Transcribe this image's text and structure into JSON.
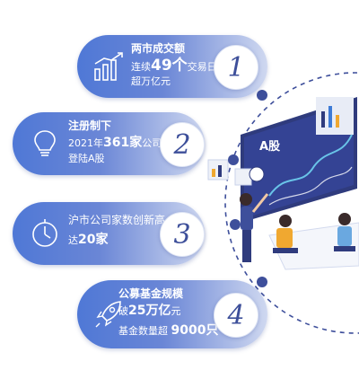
{
  "items": [
    {
      "title": "两市成交额",
      "line1_a": "连续",
      "line1_big": "49个",
      "line1_b": "交易日",
      "line2": "超万亿元",
      "number": "1",
      "icon": "chart-growth-icon"
    },
    {
      "title": "注册制下",
      "line1_a": "2021年",
      "line1_big": "361家",
      "line1_b": "公司",
      "line2": "登陆A股",
      "number": "2",
      "icon": "lightbulb-icon"
    },
    {
      "line1": "沪市公司家数创新高",
      "line2_a": "达",
      "line2_big": "20家",
      "number": "3",
      "icon": "stopwatch-icon"
    },
    {
      "title": "公募基金规模",
      "line1_a": "破",
      "line1_big": "25万亿",
      "line1_b": "元",
      "line2_a": "基金数量超 ",
      "line2_big": "9000只",
      "number": "4",
      "icon": "rocket-icon"
    }
  ],
  "illustration": {
    "screen_label": "A股",
    "icon": "office-dashboard-illustration"
  },
  "colors": {
    "accent": "#3e4f9b",
    "pill_start": "#4f78d6",
    "pill_end": "#cfd8f0"
  }
}
